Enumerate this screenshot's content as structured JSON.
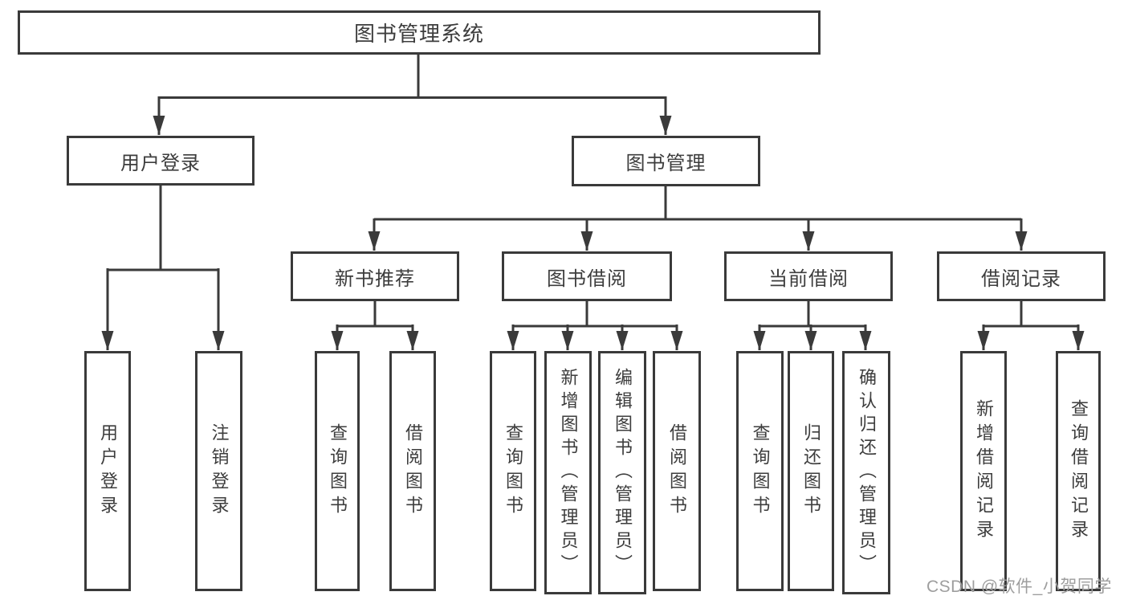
{
  "diagram": {
    "root": {
      "label": "图书管理系统"
    },
    "level2": [
      {
        "label": "用户登录"
      },
      {
        "label": "图书管理"
      }
    ],
    "level3": [
      {
        "label": "新书推荐"
      },
      {
        "label": "图书借阅"
      },
      {
        "label": "当前借阅"
      },
      {
        "label": "借阅记录"
      }
    ],
    "leaves": [
      {
        "label": "用户登录"
      },
      {
        "label": "注销登录"
      },
      {
        "label": "查询图书"
      },
      {
        "label": "借阅图书"
      },
      {
        "label": "查询图书"
      },
      {
        "label": "新增图书（管理员）"
      },
      {
        "label": "编辑图书（管理员）"
      },
      {
        "label": "借阅图书"
      },
      {
        "label": "查询图书"
      },
      {
        "label": "归还图书"
      },
      {
        "label": "确认归还（管理员）"
      },
      {
        "label": "新增借阅记录"
      },
      {
        "label": "查询借阅记录"
      }
    ]
  },
  "watermark": {
    "text": "CSDN @软件_小贺同学"
  },
  "colors": {
    "line": "#3a3a3a",
    "text": "#3d3d3d",
    "watermark": "#9e9e9e",
    "background": "#ffffff"
  }
}
